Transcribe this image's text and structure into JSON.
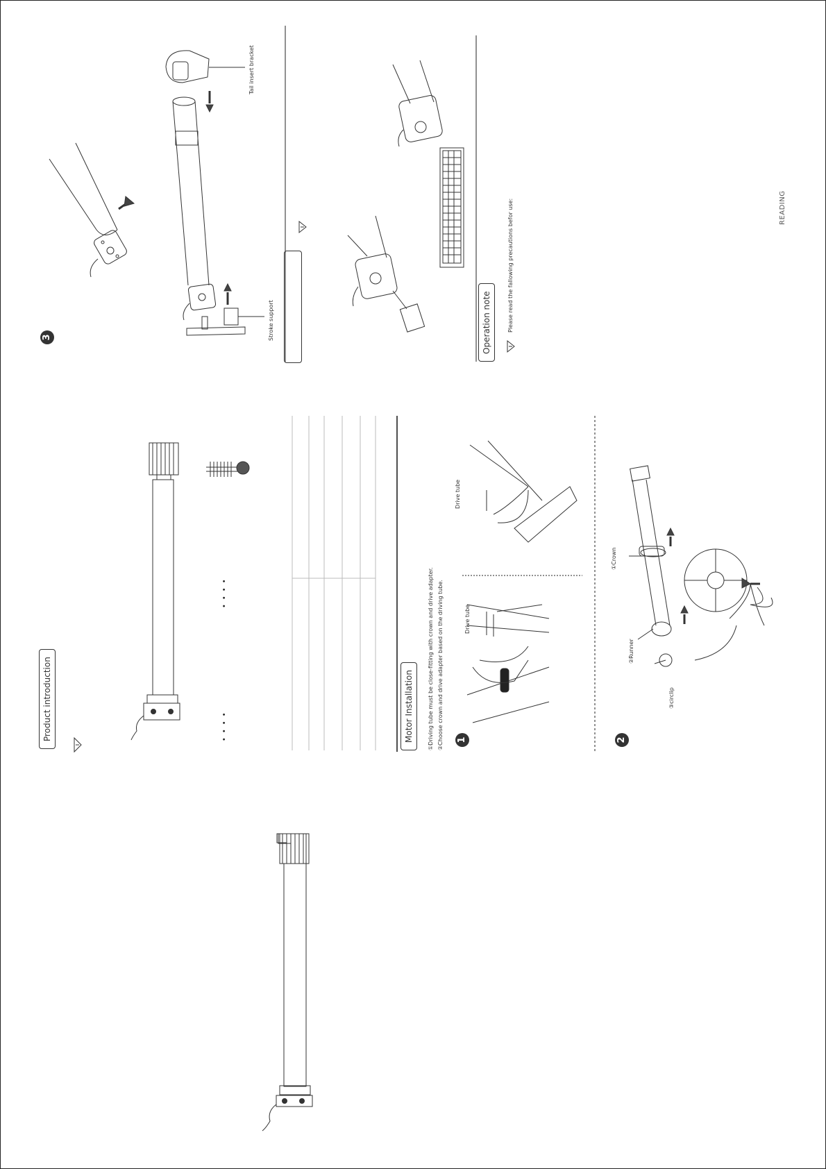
{
  "sections": {
    "product_intro": {
      "title": "Product introduction"
    },
    "motor_install": {
      "title": "Motor Installation",
      "note1": "①Driving tube must be close-fitting with crown and drive adapter.",
      "note2": "②Choose crown and drive adapter based on the driving tube."
    },
    "operation_note": {
      "title": "Operation note",
      "text": "Please read the fallowing precautions befor use:"
    }
  },
  "steps": {
    "one": "1",
    "two": "2",
    "three": "3"
  },
  "labels": {
    "drive_tube_1": "Drive tube",
    "drive_tube_2": "Drive tube",
    "crown": "①Crown",
    "runner": "②Runner",
    "circlip": "③circlip",
    "tail_insert_bracket": "Tail insert bracket",
    "stroke_support": "Stroke support"
  },
  "footer": {
    "reading": "READING"
  },
  "icons": [
    "warning-icon",
    "hand-icon",
    "arrow-icon",
    "thermometer-icon"
  ],
  "colors": {
    "ink": "#333333",
    "border": "#222222"
  }
}
